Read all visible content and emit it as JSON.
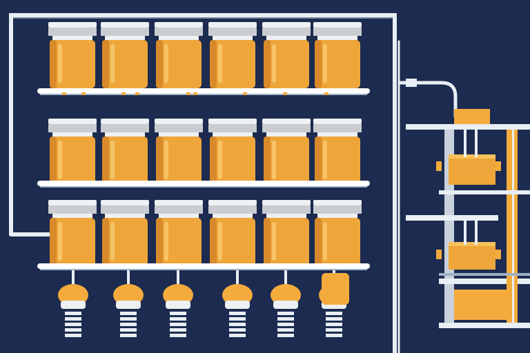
{
  "illustration": {
    "subject": "jar-filling-production-line",
    "colors": {
      "background": "#1c2b4f",
      "pipe": "#e8eef4",
      "pipe_shadow": "#9fb0c4",
      "lid": "#eef1f3",
      "lid_band": "#c9cdd2",
      "honey_light": "#f6b540",
      "honey": "#eea63a",
      "honey_dark": "#d88a2a",
      "glass_highlight": "#fbd27a",
      "shelf": "#ffffff",
      "drop": "#f3ab3e"
    },
    "shelves": [
      {
        "row": "top",
        "jars": 6
      },
      {
        "row": "middle",
        "jars": 6
      },
      {
        "row": "bottom",
        "jars": 6
      }
    ],
    "nozzles": 6,
    "side_machine": {
      "levels": 3,
      "contains": "honey"
    }
  }
}
